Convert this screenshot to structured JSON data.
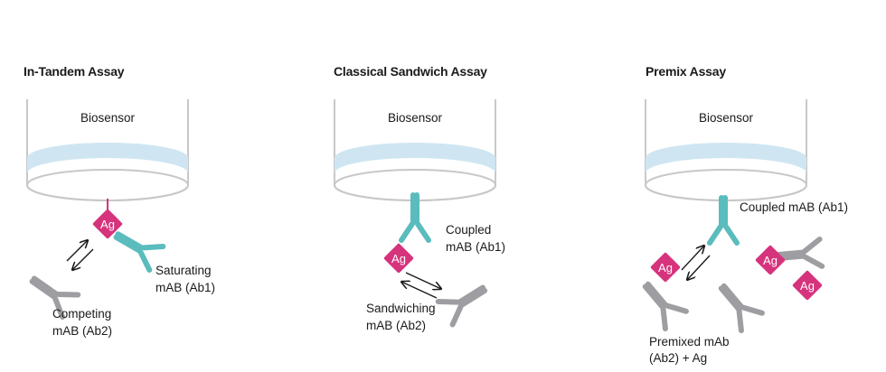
{
  "colors": {
    "antigen": "#d6337d",
    "coupled_antibody": "#5bbcbd",
    "second_antibody": "#9e9ea2",
    "biosensor_band": "#cfe6f2",
    "biosensor_outline": "#c8c8c8"
  },
  "panels": [
    {
      "title": "In-Tandem Assay",
      "biosensor_label": "Biosensor",
      "antigen_label": "Ag",
      "label_a_line1": "Saturating",
      "label_a_line2": "mAB (Ab1)",
      "label_b_line1": "Competing",
      "label_b_line2": "mAB (Ab2)"
    },
    {
      "title": "Classical Sandwich Assay",
      "biosensor_label": "Biosensor",
      "antigen_label": "Ag",
      "label_a_line1": "Coupled",
      "label_a_line2": "mAB (Ab1)",
      "label_b_line1": "Sandwiching",
      "label_b_line2": "mAB (Ab2)"
    },
    {
      "title": "Premix Assay",
      "biosensor_label": "Biosensor",
      "antigen_label_1": "Ag",
      "antigen_label_2": "Ag",
      "antigen_label_3": "Ag",
      "label_a": "Coupled mAB (Ab1)",
      "label_b_line1": "Premixed mAb",
      "label_b_line2": "(Ab2) + Ag"
    }
  ]
}
